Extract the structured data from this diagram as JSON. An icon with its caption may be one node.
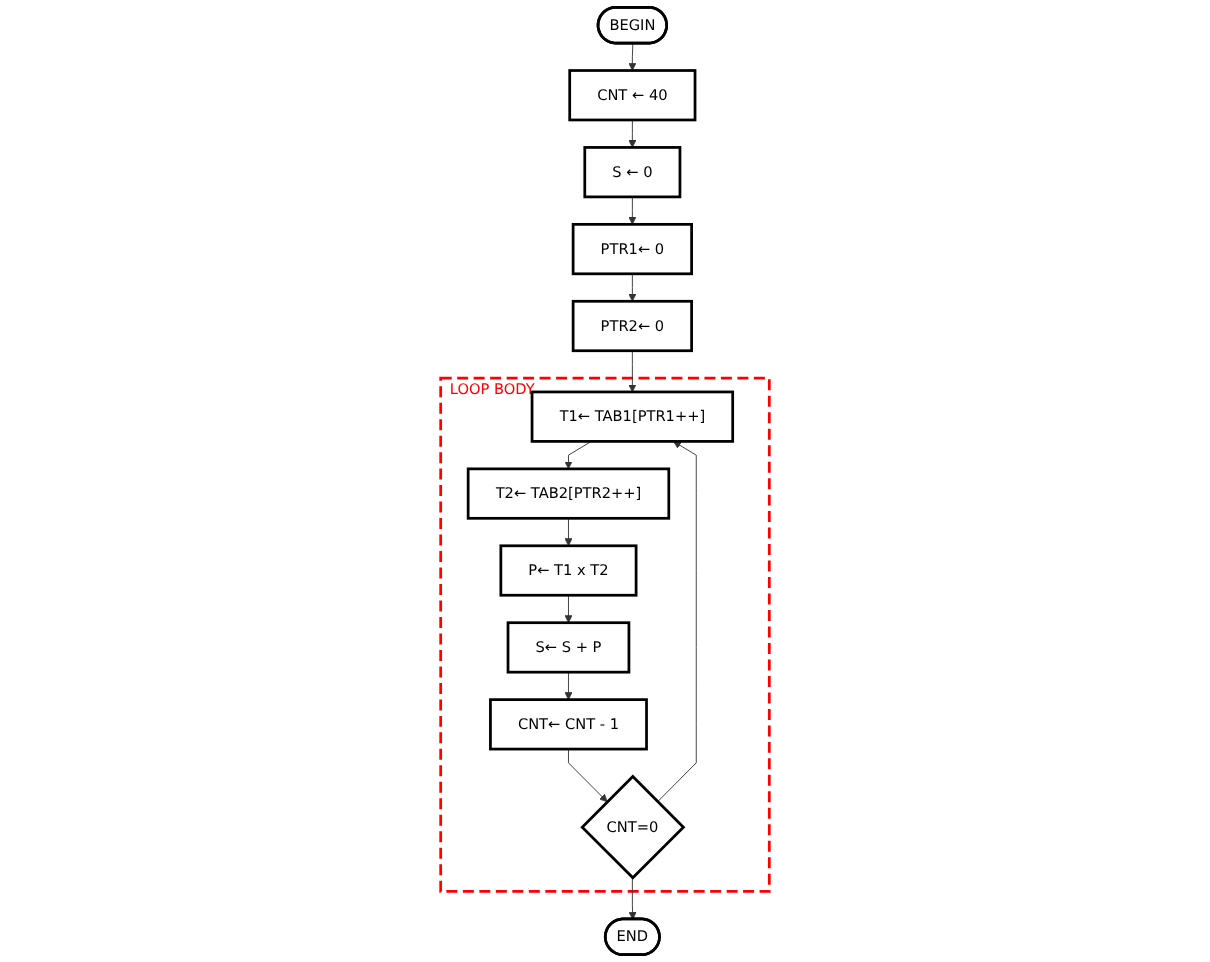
{
  "diagram": {
    "nodes": [
      {
        "text": [
          "BEGIN"
        ]
      },
      {
        "text": [
          "CNT ← 40"
        ]
      },
      {
        "text": [
          "S ← 0"
        ]
      },
      {
        "text": [
          "PTR1← 0"
        ]
      },
      {
        "text": [
          "PTR2← 0"
        ]
      },
      {
        "text": [
          "LOOP BODY"
        ]
      },
      {
        "text": [
          "T1← TAB1[PTR1++]"
        ],
        "in": 5
      },
      {
        "text": [
          "T2← TAB2[PTR2++]"
        ],
        "in": 5
      },
      {
        "text": [
          "P← T1 x T2"
        ],
        "in": 5
      },
      {
        "text": [
          "S← S + P"
        ],
        "in": 5
      },
      {
        "text": [
          "CNT← CNT - 1"
        ],
        "in": 5
      },
      {
        "text": [
          "CNT=0"
        ],
        "in": 5
      },
      {
        "text": [
          "END"
        ]
      }
    ],
    "edges": [
      {
        "from": 0,
        "to": 1,
        "arrow": "to"
      },
      {
        "from": 1,
        "to": 2,
        "arrow": "to"
      },
      {
        "from": 2,
        "to": 3,
        "arrow": "to"
      },
      {
        "from": 3,
        "to": 4,
        "arrow": "to"
      },
      {
        "from": 4,
        "to": 6,
        "arrow": "to"
      },
      {
        "from": 6,
        "to": 7,
        "arrow": "to"
      },
      {
        "from": 7,
        "to": 8,
        "arrow": "to"
      },
      {
        "from": 8,
        "to": 9,
        "arrow": "to"
      },
      {
        "from": 9,
        "to": 10,
        "arrow": "to"
      },
      {
        "from": 10,
        "to": 11,
        "arrow": "to"
      },
      {
        "from": 11,
        "to": 12,
        "arrow": "to"
      },
      {
        "from": 11,
        "to": 6,
        "arrow": "to"
      }
    ]
  }
}
